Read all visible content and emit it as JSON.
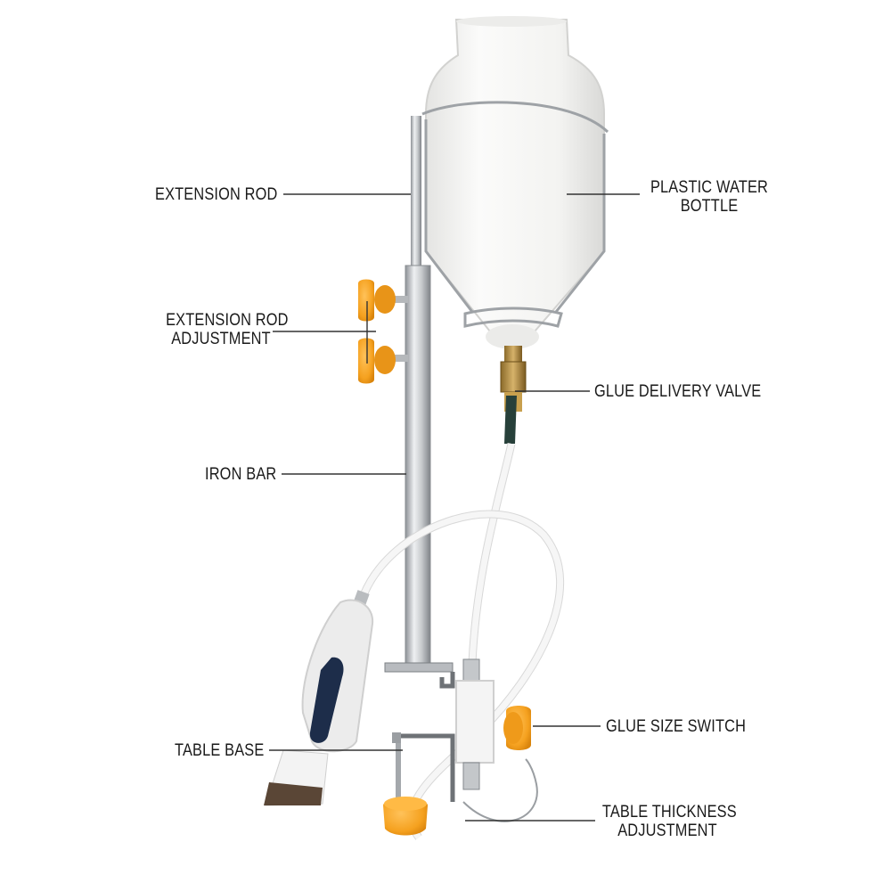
{
  "labels": {
    "extension_rod": "EXTENSION ROD",
    "extension_rod_adjustment": [
      "EXTENSION ROD",
      "ADJUSTMENT"
    ],
    "iron_bar": "IRON BAR",
    "table_base": "TABLE BASE",
    "plastic_water_bottle": [
      "PLASTIC WATER",
      "BOTTLE"
    ],
    "glue_delivery_valve": "GLUE DELIVERY VALVE",
    "glue_size_switch": "GLUE SIZE SWITCH",
    "table_thickness_adjustment": [
      "TABLE THICKNESS",
      "ADJUSTMENT"
    ]
  },
  "colors": {
    "background": "#ffffff",
    "knob": "#f5a623",
    "steel": "#c9ccd0",
    "bottle": "#f4f4f2",
    "tube": "#f7f7f7",
    "leader_line": "#333333",
    "text": "#1a1a1a"
  }
}
